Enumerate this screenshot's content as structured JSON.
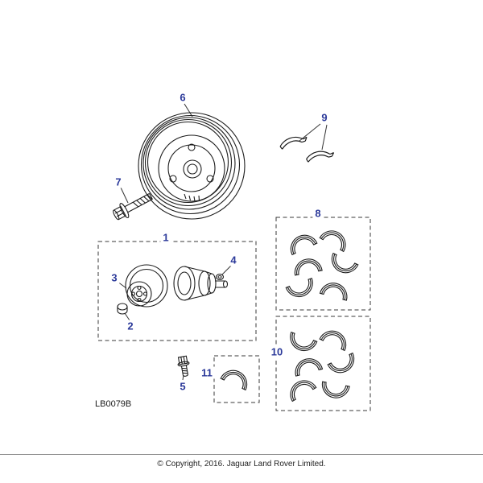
{
  "diagram": {
    "code": "LB0079B",
    "copyright": "© Copyright, 2016. Jaguar Land Rover Limited.",
    "callout_color": "#2c3a9a",
    "line_color": "#1c1c1c",
    "callouts": [
      {
        "label": "1"
      },
      {
        "label": "2"
      },
      {
        "label": "3"
      },
      {
        "label": "4"
      },
      {
        "label": "5"
      },
      {
        "label": "6"
      },
      {
        "label": "7"
      },
      {
        "label": "8"
      },
      {
        "label": "9"
      },
      {
        "label": "10"
      },
      {
        "label": "11"
      }
    ]
  }
}
